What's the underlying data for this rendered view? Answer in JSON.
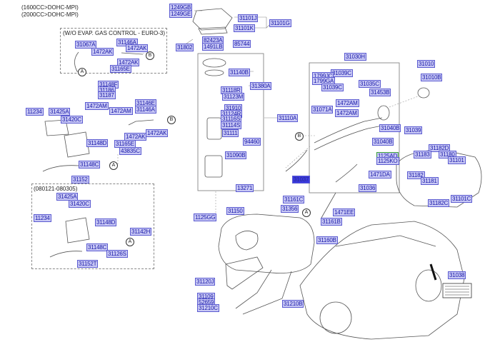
{
  "header": {
    "engine_lines": [
      "(1600CC>DOHC-MPI)",
      "(2000CC>DOHC-MPI)"
    ]
  },
  "groups": {
    "wo_evap": "(W/O EVAP. GAS CONTROL - EURO-3)",
    "date_range": "(080121-080305)"
  },
  "callouts": {
    "a": "A",
    "b": "B"
  },
  "labels": [
    {
      "id": "l1",
      "text": "1249GB"
    },
    {
      "id": "l2",
      "text": "1249GE"
    },
    {
      "id": "l3",
      "text": "31101J"
    },
    {
      "id": "l4",
      "text": "31101K"
    },
    {
      "id": "l5",
      "text": "31101G"
    },
    {
      "id": "l6",
      "text": "82423A"
    },
    {
      "id": "l7",
      "text": "1491LB"
    },
    {
      "id": "l8",
      "text": "85744"
    },
    {
      "id": "l9",
      "text": "31802"
    },
    {
      "id": "l10",
      "text": "31140B"
    },
    {
      "id": "l11",
      "text": "31380A"
    },
    {
      "id": "l12",
      "text": "31118R"
    },
    {
      "id": "l13",
      "text": "31123M"
    },
    {
      "id": "l14",
      "text": "31910"
    },
    {
      "id": "l15",
      "text": "31124R"
    },
    {
      "id": "l16",
      "text": "31116S"
    },
    {
      "id": "l17",
      "text": "31114S"
    },
    {
      "id": "l18",
      "text": "31111"
    },
    {
      "id": "l19",
      "text": "94460"
    },
    {
      "id": "l20",
      "text": "31090B"
    },
    {
      "id": "l21",
      "text": "31110A"
    },
    {
      "id": "l22",
      "text": "31067A"
    },
    {
      "id": "l23",
      "text": "31146A"
    },
    {
      "id": "l24",
      "text": "1472AK"
    },
    {
      "id": "l25",
      "text": "1472AK"
    },
    {
      "id": "l26",
      "text": "1472AK"
    },
    {
      "id": "l27",
      "text": "31165E"
    },
    {
      "id": "l28",
      "text": "31148F"
    },
    {
      "id": "l29",
      "text": "31186"
    },
    {
      "id": "l30",
      "text": "31187"
    },
    {
      "id": "l31",
      "text": "1472AM"
    },
    {
      "id": "l32",
      "text": "1472AM"
    },
    {
      "id": "l33",
      "text": "31146E"
    },
    {
      "id": "l34",
      "text": "31146A"
    },
    {
      "id": "l35",
      "text": "1472AK"
    },
    {
      "id": "l36",
      "text": "1472AK"
    },
    {
      "id": "l37",
      "text": "31165E"
    },
    {
      "id": "l38",
      "text": "43835C"
    },
    {
      "id": "l39",
      "text": "31148D"
    },
    {
      "id": "l40",
      "text": "11234"
    },
    {
      "id": "l41",
      "text": "31425A"
    },
    {
      "id": "l42",
      "text": "31420C"
    },
    {
      "id": "l43",
      "text": "31148C"
    },
    {
      "id": "l44",
      "text": "31152"
    },
    {
      "id": "l45",
      "text": "31425A"
    },
    {
      "id": "l46",
      "text": "31420C"
    },
    {
      "id": "l47",
      "text": "11234"
    },
    {
      "id": "l48",
      "text": "31148D"
    },
    {
      "id": "l49",
      "text": "31142H"
    },
    {
      "id": "l50",
      "text": "31148C"
    },
    {
      "id": "l51",
      "text": "31126S"
    },
    {
      "id": "l52",
      "text": "31152T"
    },
    {
      "id": "l53",
      "text": "31030H"
    },
    {
      "id": "l54",
      "text": "31039C"
    },
    {
      "id": "l55",
      "text": "1799JC"
    },
    {
      "id": "l56",
      "text": "1799GA"
    },
    {
      "id": "l57",
      "text": "31039C"
    },
    {
      "id": "l58",
      "text": "31035C"
    },
    {
      "id": "l59",
      "text": "31453B"
    },
    {
      "id": "l60",
      "text": "1472AM"
    },
    {
      "id": "l61",
      "text": "31071A"
    },
    {
      "id": "l62",
      "text": "1472AM"
    },
    {
      "id": "l63",
      "text": "31040B"
    },
    {
      "id": "l64",
      "text": "31040B"
    },
    {
      "id": "l65",
      "text": "31010"
    },
    {
      "id": "l66",
      "text": "31010B"
    },
    {
      "id": "l67",
      "text": "31039"
    },
    {
      "id": "l68",
      "text": "1125AD"
    },
    {
      "id": "l69",
      "text": "1125KO"
    },
    {
      "id": "l70",
      "text": "31037"
    },
    {
      "id": "l71",
      "text": "1471DA"
    },
    {
      "id": "l72",
      "text": "31036"
    },
    {
      "id": "l73",
      "text": "13271"
    },
    {
      "id": "l74",
      "text": "31161C"
    },
    {
      "id": "l75",
      "text": "31356"
    },
    {
      "id": "l76",
      "text": "31150"
    },
    {
      "id": "l77",
      "text": "1125GG"
    },
    {
      "id": "l78",
      "text": "1471EE"
    },
    {
      "id": "l79",
      "text": "31161B"
    },
    {
      "id": "l80",
      "text": "31160B"
    },
    {
      "id": "l81",
      "text": "31120J"
    },
    {
      "id": "l82",
      "text": "31109"
    },
    {
      "id": "l83",
      "text": "52659"
    },
    {
      "id": "l84",
      "text": "31210C"
    },
    {
      "id": "l85",
      "text": "31210B"
    },
    {
      "id": "l86",
      "text": "31182D"
    },
    {
      "id": "l87",
      "text": "31183"
    },
    {
      "id": "l88",
      "text": "31180"
    },
    {
      "id": "l89",
      "text": "31101"
    },
    {
      "id": "l90",
      "text": "31182"
    },
    {
      "id": "l91",
      "text": "31181"
    },
    {
      "id": "l92",
      "text": "31182C"
    },
    {
      "id": "l93",
      "text": "31101C"
    },
    {
      "id": "l94",
      "text": "31038"
    }
  ]
}
